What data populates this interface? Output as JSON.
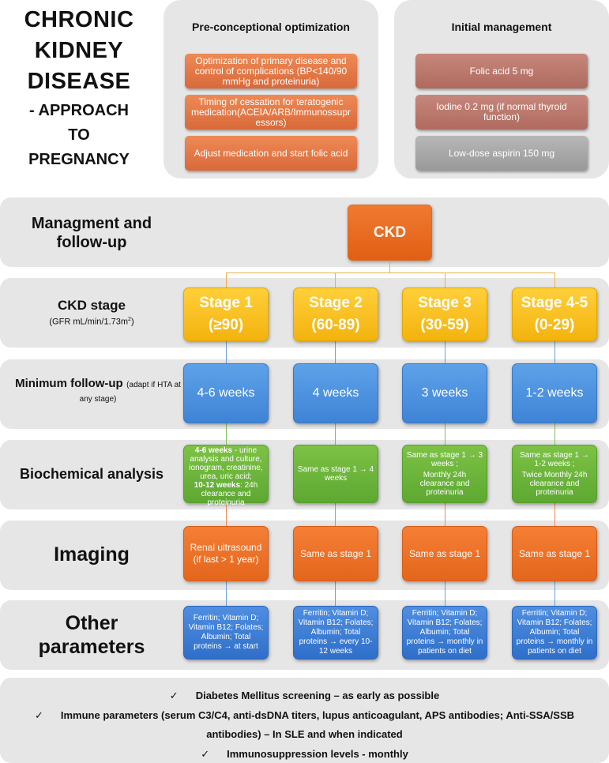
{
  "title": {
    "main": [
      "CHRONIC",
      "KIDNEY",
      "DISEASE"
    ],
    "sub": [
      "- APPROACH",
      "TO",
      "PREGNANCY"
    ]
  },
  "preconception": {
    "heading": "Pre-conceptional optimization",
    "items": [
      "Optimization of primary disease and control of complications (BP<140/90 mmHg and proteinuria)",
      "Timing of cessation for teratogenic medication(ACEIA/ARB/Immunossupr essors)",
      "Adjust medication and start folic acid"
    ]
  },
  "initial": {
    "heading": "Initial management",
    "items": [
      "Folic acid 5 mg",
      "Iodine 0.2 mg (if normal thyroid function)",
      "Low-dose aspirin 150 mg"
    ]
  },
  "rows": {
    "management": [
      "Managment and",
      "follow-up"
    ],
    "ckd_stage": {
      "label": "CKD stage",
      "sub_prefix": "(GFR mL/min/1.73m",
      "sub_sup": "2",
      "sub_suffix": ")"
    },
    "followup": {
      "label": "Minimum follow-up",
      "note": "(adapt if HTA at any stage)"
    },
    "biochemical": "Biochemical analysis",
    "imaging": "Imaging",
    "other": [
      "Other",
      "parameters"
    ]
  },
  "ckd_node": "CKD",
  "stages": [
    {
      "name": "Stage 1",
      "range": "(≥90)",
      "followup": "4-6 weeks",
      "bio_b1": "4-6 weeks",
      "bio_t1": " - urine analysis and culture, ionogram, creatinine, urea, uric acid;",
      "bio_b2": "10-12 weeks",
      "bio_t2": ": 24h clearance and proteinuria",
      "imaging": "Renal ultrasound (if last > 1 year)",
      "other": "Ferritin; Vitamin D; Vitamin B12; Folates; Albumin; Total proteins → at start"
    },
    {
      "name": "Stage 2",
      "range": "(60-89)",
      "followup": "4 weeks",
      "bio": "Same as stage 1 → 4 weeks",
      "imaging": "Same as stage 1",
      "other": "Ferritin; Vitamin D; Vitamin B12; Folates; Albumin; Total proteins → every 10-12 weeks"
    },
    {
      "name": "Stage 3",
      "range": "(30-59)",
      "followup": "3 weeks",
      "bio1": "Same as stage 1 → 3 weeks ;",
      "bio2": "Monthly 24h clearance and proteinuria",
      "imaging": "Same as stage 1",
      "other": "Ferritin; Vitamin D; Vitamin B12; Folates; Albumin; Total proteins → monthly in patients on diet"
    },
    {
      "name": "Stage 4-5",
      "range": "(0-29)",
      "followup": "1-2 weeks",
      "bio1": "Same as stage 1 → 1-2 weeks ;",
      "bio2": "Twice Monthly 24h clearance and proteinuria",
      "imaging": "Same as stage 1",
      "other": "Ferritin; Vitamin D; Vitamin B12; Folates; Albumin; Total proteins → monthly in patients on diet"
    }
  ],
  "bottom": {
    "check": "✓",
    "line1": "Diabetes Mellitus screening – as early as possible",
    "line2a": "Immune parameters (serum C3/C4, anti-dsDNA titers, lupus anticoagulant, APS antibodies; Anti-SSA/SSB",
    "line2b": "antibodies) – In SLE and when indicated",
    "line3": "Immunosuppression levels - monthly"
  },
  "colors": {
    "panel": "#e6e6e6",
    "stage": "#f7bd1e",
    "followup": "#4a8fdd",
    "biochemical": "#6ab43a",
    "imaging": "#ef7328",
    "other": "#3b7bd2",
    "ckd": "#e96a1e"
  }
}
